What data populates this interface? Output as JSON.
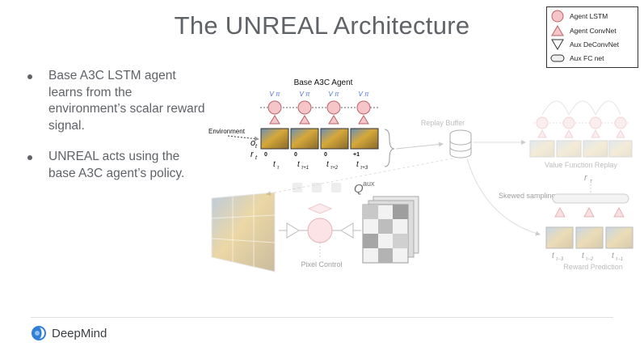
{
  "title": "The UNREAL Architecture",
  "bullets": [
    "Base A3C LSTM agent learns from the environment’s scalar reward signal.",
    "UNREAL acts using the base A3C agent’s policy."
  ],
  "legend": {
    "items": [
      {
        "label": "Agent LSTM",
        "icon": "circle-icon"
      },
      {
        "label": "Agent ConvNet",
        "icon": "triangle-up-icon"
      },
      {
        "label": "Aux DeConvNet",
        "icon": "triangle-down-icon"
      },
      {
        "label": "Aux FC net",
        "icon": "rounded-rect-icon"
      }
    ]
  },
  "diagram": {
    "base_agent_label": "Base A3C Agent",
    "environment_label": "Environment",
    "obs_label": "o",
    "obs_sub": "t",
    "reward_label": "r",
    "reward_sub": "t",
    "rewards": [
      "0",
      "0",
      "0",
      "+1"
    ],
    "time_labels": [
      "t",
      "t",
      "t",
      "t"
    ],
    "time_subs": [
      "τ",
      "τ+1",
      "τ+2",
      "τ+3"
    ],
    "policy_label": "V π",
    "replay_buffer_label": "Replay Buffer",
    "value_replay_label": "Value Function Replay",
    "skewed_sampling_label": "Skewed sampling",
    "reward_prediction_label": "Reward Prediction",
    "pixel_control_label": "Pixel Control",
    "q_aux_label": "Q",
    "q_aux_sup": "aux",
    "r_tau_label": "r",
    "r_tau_sub": "τ",
    "rp_time_subs": [
      "τ−3",
      "τ−2",
      "τ−1"
    ]
  },
  "footer": {
    "brand": "DeepMind"
  },
  "colors": {
    "node_fill": "#f6c5c8",
    "node_stroke": "#b86469",
    "text": "#5f6368",
    "faded": "#bdbdbd",
    "policy": "#4a6fd1"
  }
}
